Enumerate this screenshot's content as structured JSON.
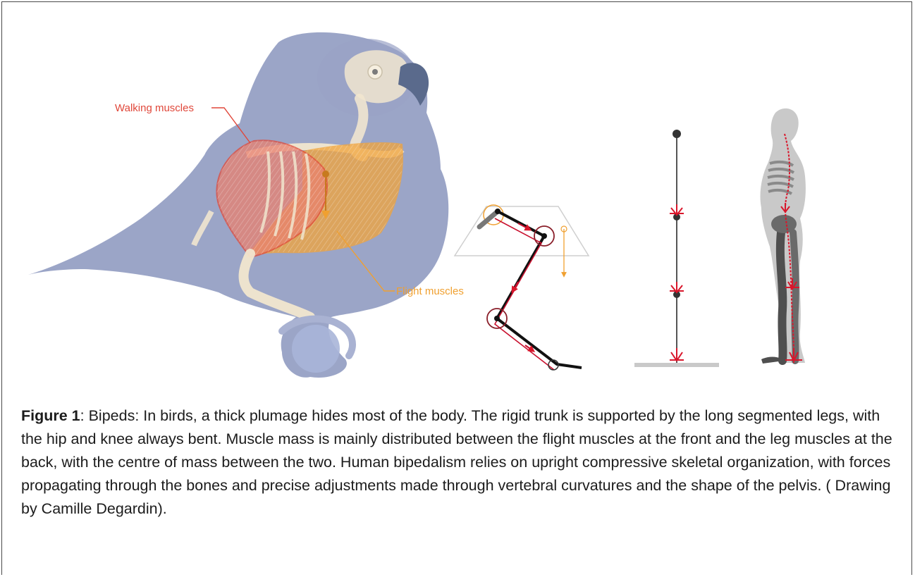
{
  "figure": {
    "labels": {
      "walking_muscles": "Walking muscles",
      "flight_muscles": "Flight muscles"
    },
    "colors": {
      "plumage": "#8a95bd",
      "bone": "#f1e6cf",
      "walking_muscle": "#e9806e",
      "flight_muscle": "#f2a43a",
      "force_arrow": "#d9162b",
      "human_silhouette": "#c9c9c9",
      "human_bone": "#4f4f4f"
    }
  },
  "caption": {
    "label": "Figure 1",
    "text": ": Bipeds: In birds, a thick plumage hides most of the body. The rigid trunk is supported by the long segmented legs, with the hip and knee always bent. Muscle mass is mainly distributed between the flight muscles at the front and the leg muscles at the back, with the centre of mass between the two. Human bipedalism relies on upright compressive skeletal organization, with forces propagating through the bones and precise adjustments made through vertebral curvatures and the shape of the pelvis. ( Drawing by Camille Degardin)."
  }
}
